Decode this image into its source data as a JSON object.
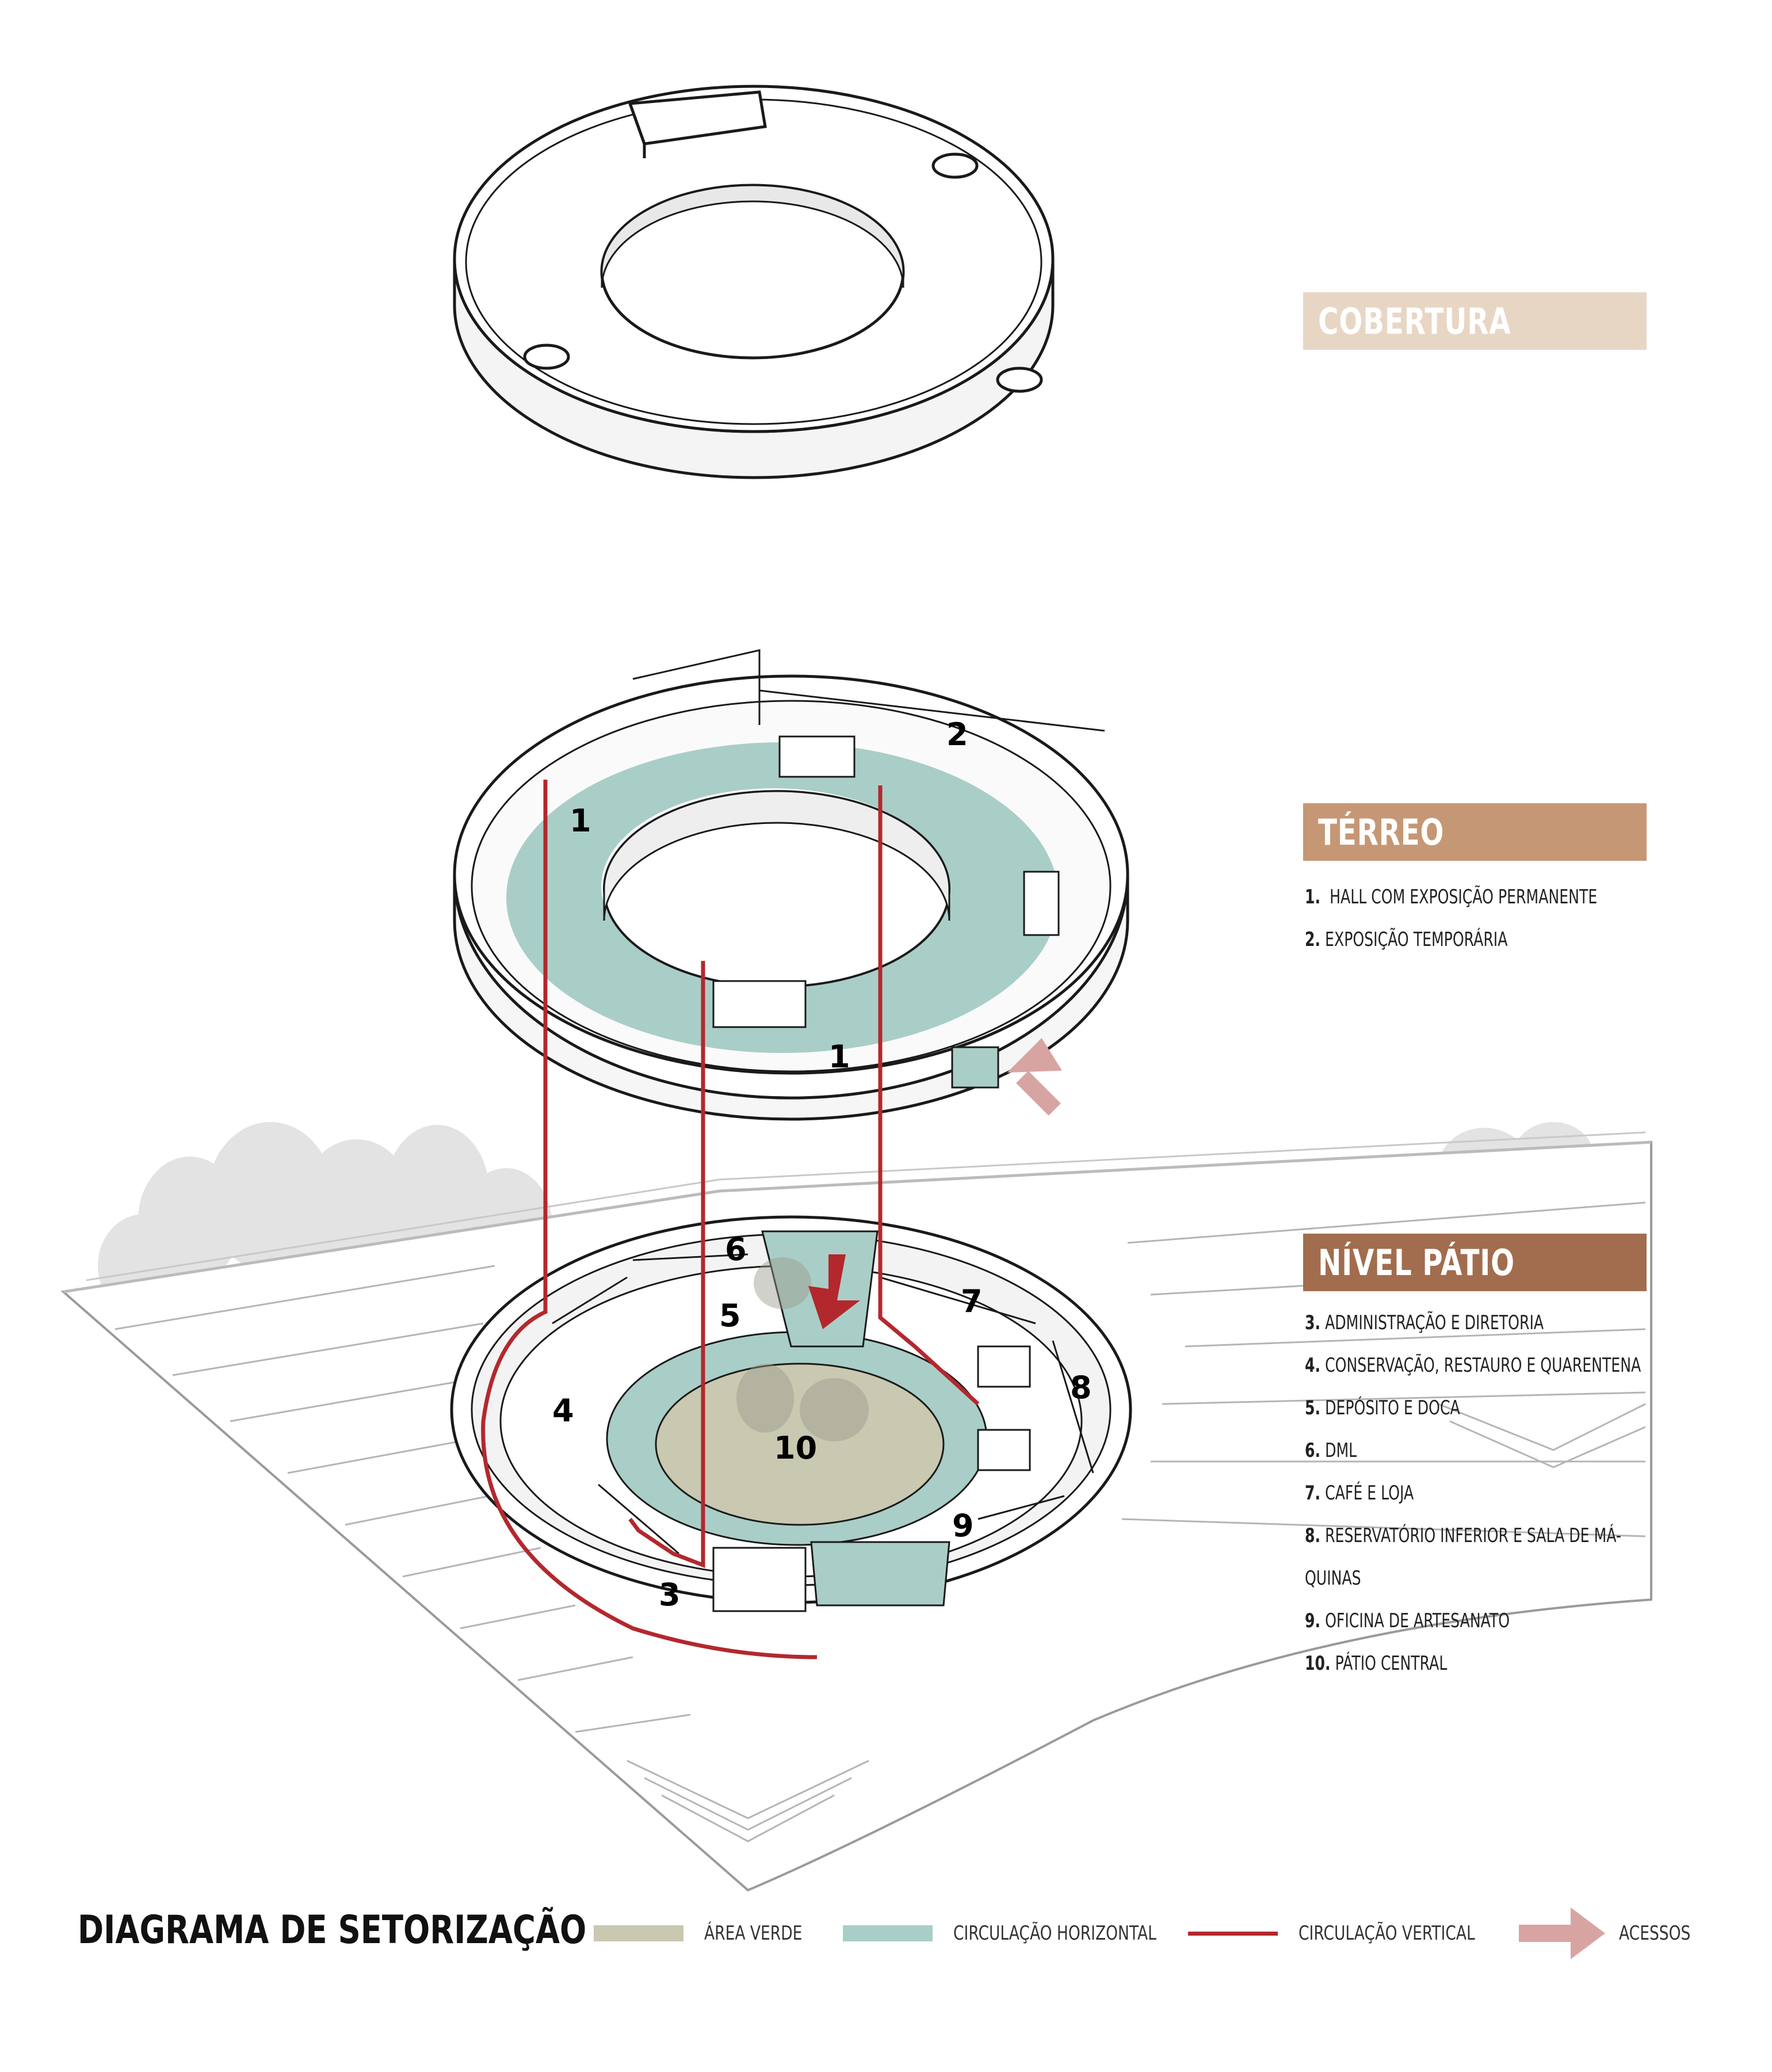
{
  "floors": {
    "cobertura": {
      "title": "COBERTURA",
      "color": "#e8d6c5"
    },
    "terreo": {
      "title": "TÉRREO",
      "color": "#c69774",
      "items": [
        {
          "num": "1.",
          "text": "HALL COM EXPOSIÇÃO PERMANENTE"
        },
        {
          "num": "2.",
          "text": "EXPOSIÇÃO TEMPORÁRIA"
        }
      ]
    },
    "patio": {
      "title": "NÍVEL PÁTIO",
      "color": "#a16d4e",
      "items": [
        {
          "num": "3.",
          "text": "ADMINISTRAÇÃO E DIRETORIA"
        },
        {
          "num": "4.",
          "text": "CONSERVAÇÃO, RESTAURO E QUARENTENA"
        },
        {
          "num": "5.",
          "text": "DEPÓSITO E DOCA"
        },
        {
          "num": "6.",
          "text": "DML"
        },
        {
          "num": "7.",
          "text": "CAFÉ E LOJA"
        },
        {
          "num": "8.",
          "text": "RESERVATÓRIO INFERIOR E SALA DE MÁ-QUINAS"
        },
        {
          "num": "9.",
          "text": "OFICINA DE ARTESANATO"
        },
        {
          "num": "10.",
          "text": "PÁTIO CENTRAL"
        }
      ]
    }
  },
  "map_labels": {
    "terreo": [
      "1",
      "2",
      "1"
    ],
    "patio": [
      "6",
      "5",
      "7",
      "8",
      "4",
      "10",
      "9",
      "3"
    ]
  },
  "footer": {
    "title": "DIAGRAMA DE SETORIZAÇÃO",
    "legend": [
      {
        "label": "ÁREA VERDE",
        "color": "#c9c8b0"
      },
      {
        "label": "CIRCULAÇÃO HORIZONTAL",
        "color": "#a9cec7"
      },
      {
        "label": "CIRCULAÇÃO VERTICAL",
        "color": "#b3282d"
      },
      {
        "label": "ACESSOS",
        "color": "#d8a4a2"
      }
    ]
  }
}
